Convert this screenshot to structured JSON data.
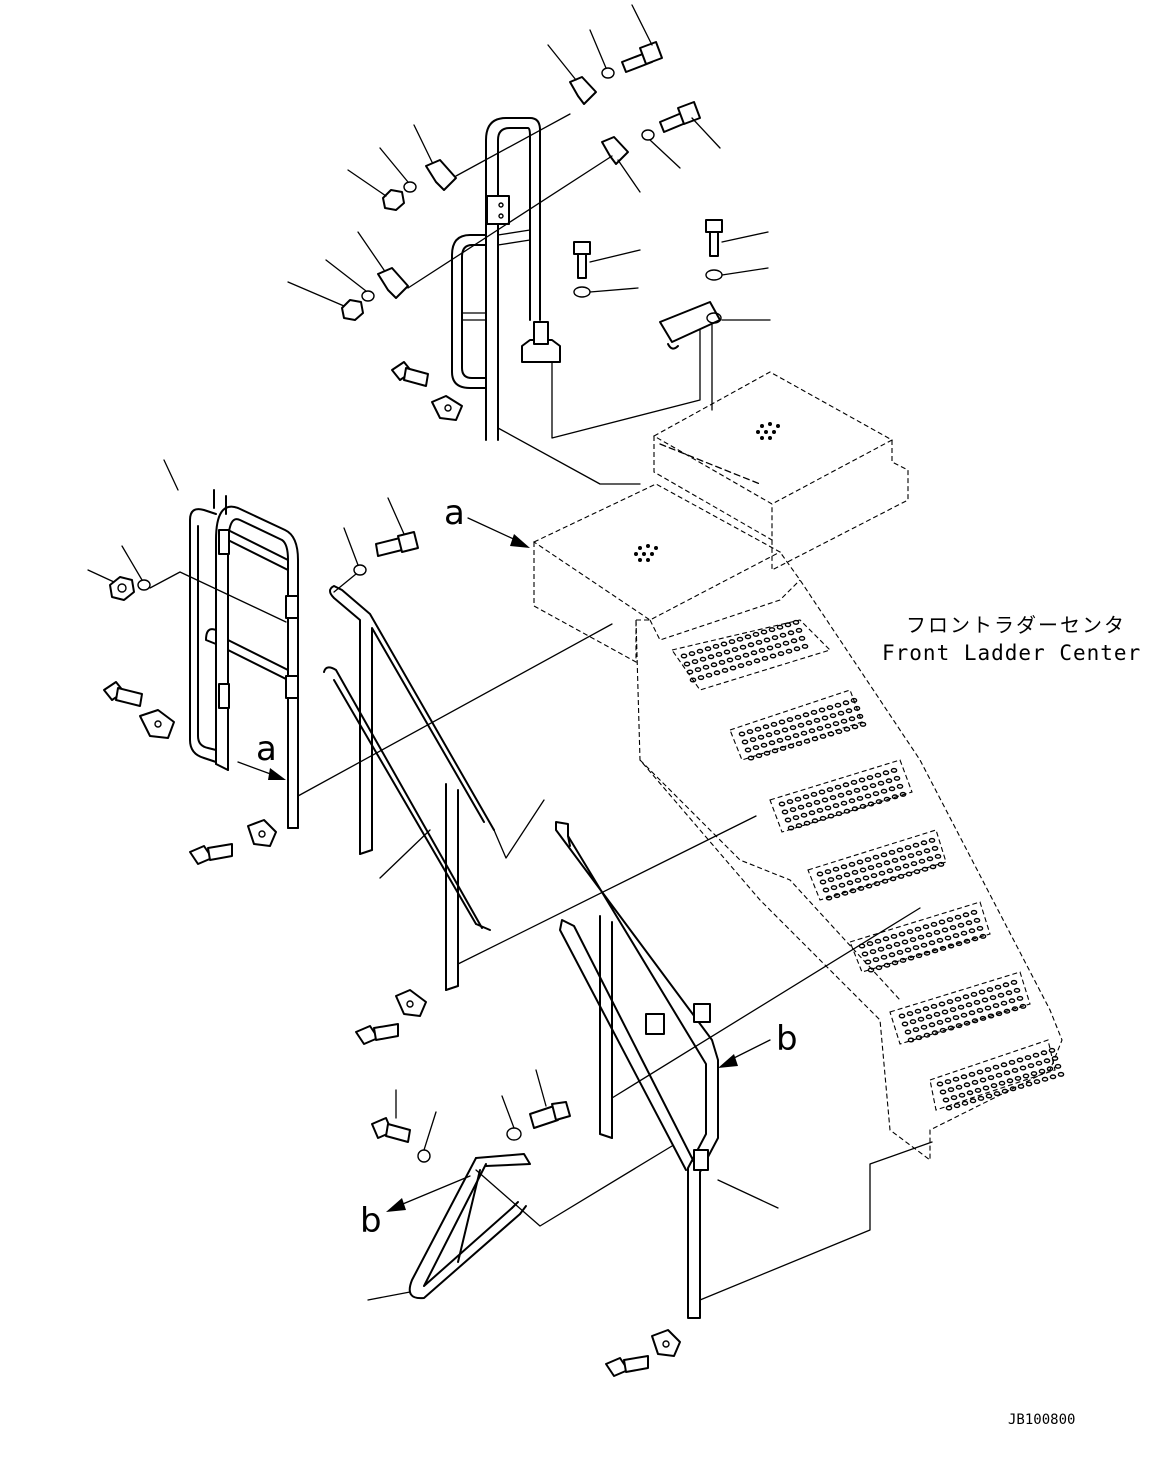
{
  "title": {
    "japanese": "フロントラダーセンタ",
    "english": "Front Ladder Center"
  },
  "drawing_code": "JB100800",
  "reference_marks": {
    "a_upper": "a",
    "a_lower": "a",
    "b_upper": "b",
    "b_lower": "b"
  }
}
